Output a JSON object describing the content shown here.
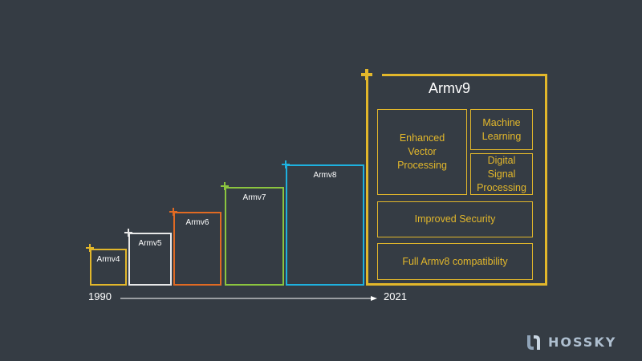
{
  "architectures": [
    {
      "id": "armv4",
      "label": "Armv4",
      "color": "#e2b72b"
    },
    {
      "id": "armv5",
      "label": "Armv5",
      "color": "#e8e8e8"
    },
    {
      "id": "armv6",
      "label": "Armv6",
      "color": "#e06a23"
    },
    {
      "id": "armv7",
      "label": "Armv7",
      "color": "#8bc53f"
    },
    {
      "id": "armv8",
      "label": "Armv8",
      "color": "#1eb1df"
    }
  ],
  "armv9": {
    "title": "Armv9",
    "color": "#e2b72b",
    "features": {
      "vector": "Enhanced Vector Processing",
      "ml": "Machine Learning",
      "dsp": "Digital Signal Processing",
      "security": "Improved Security",
      "compat": "Full Armv8 compatibility"
    }
  },
  "timeline": {
    "start": "1990",
    "end": "2021"
  },
  "logo": {
    "text": "HOSSKY"
  }
}
